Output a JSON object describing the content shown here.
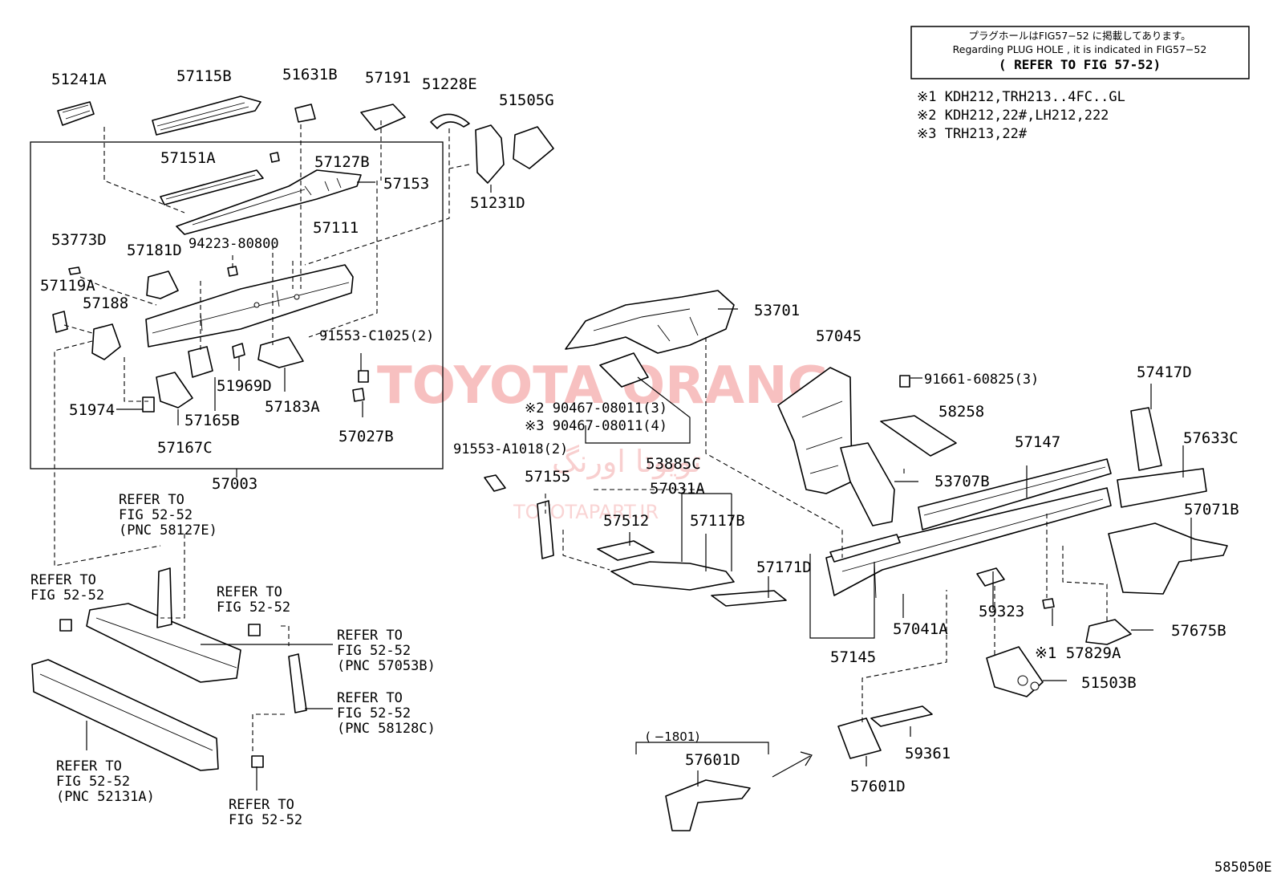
{
  "header_note": {
    "line_jp": "プラグホールはFIG57−52 に掲載してあります。",
    "line_en": "Regarding  PLUG HOLE , it is indicated in FIG57−52",
    "line_ref": "( REFER TO FIG 57-52)"
  },
  "applicability": [
    "※1 KDH212,TRH213..4FC..GL",
    "※2 KDH212,22#,LH212,222",
    "※3 TRH213,22#"
  ],
  "watermark": {
    "main": "TOYOTA ORANG",
    "arabic": "تویوتا اورنگ",
    "url": "TOYOTAPART.IR"
  },
  "part_labels": {
    "p51241A": "51241A",
    "p57115B": "57115B",
    "p51631B": "51631B",
    "p57191": "57191",
    "p51228E": "51228E",
    "p51505G": "51505G",
    "p57151A": "57151A",
    "p57127B": "57127B",
    "p57153": "57153",
    "p51231D": "51231D",
    "p53773D": "53773D",
    "p57181D": "57181D",
    "p94223": "94223-80800",
    "p57111": "57111",
    "p57119A": "57119A",
    "p57188": "57188",
    "p91553C": "91553-C1025(2)",
    "p51969D": "51969D",
    "p57183A": "57183A",
    "p51974": "51974",
    "p57165B": "57165B",
    "p57167C": "57167C",
    "p57027B": "57027B",
    "p57003": "57003",
    "p53701": "53701",
    "p57045": "57045",
    "p91661": "91661-60825(3)",
    "p57417D": "57417D",
    "p58258": "58258",
    "p90467a": "※2 90467-08011(3)",
    "p90467b": "※3 90467-08011(4)",
    "p53885C": "53885C",
    "p91553A": "91553-A1018(2)",
    "p57155": "57155",
    "p57031A": "57031A",
    "p53707B": "53707B",
    "p57147": "57147",
    "p57633C": "57633C",
    "p57512": "57512",
    "p57117B": "57117B",
    "p57071B": "57071B",
    "p57171D": "57171D",
    "p59323": "59323",
    "p57041A": "57041A",
    "p57675B": "57675B",
    "p57145": "57145",
    "p57829A": "※1 57829A",
    "p51503B": "51503B",
    "p57601Da": "57601D",
    "p57601Db": "57601D",
    "p59361": "59361",
    "variant": "(    −1801)"
  },
  "refer_labels": {
    "r1": [
      "REFER TO",
      "FIG 52-52",
      "(PNC 58127E)"
    ],
    "r2": [
      "REFER TO",
      "FIG 52-52"
    ],
    "r3": [
      "REFER TO",
      "FIG 52-52"
    ],
    "r4": [
      "REFER TO",
      "FIG 52-52",
      "(PNC 57053B)"
    ],
    "r5": [
      "REFER TO",
      "FIG 52-52",
      "(PNC 58128C)"
    ],
    "r6": [
      "REFER TO",
      "FIG 52-52",
      "(PNC 52131A)"
    ],
    "r7": [
      "REFER TO",
      "FIG 52-52"
    ]
  },
  "figure_code": "585050E"
}
